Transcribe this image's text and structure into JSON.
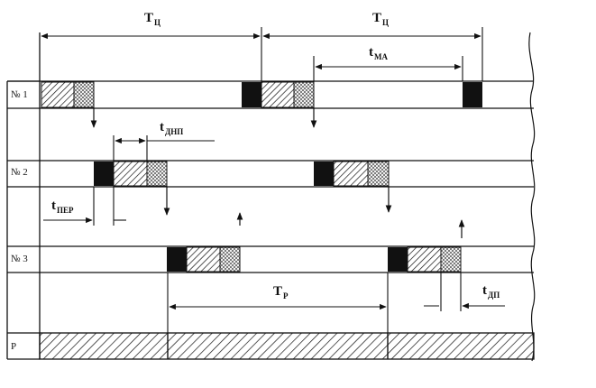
{
  "rows": {
    "r1": "№ 1",
    "r2": "№ 2",
    "r3": "№ 3",
    "rp": "Р"
  },
  "intervals": {
    "tc_main": "T",
    "tc_sub": "Ц",
    "tma_main": "t",
    "tma_sub": "МА",
    "tdnp_main": "t",
    "tdnp_sub": "ДНП",
    "tper_main": "t",
    "tper_sub": "ПЕР",
    "tr_main": "T",
    "tr_sub": "Р",
    "tdp_main": "t",
    "tdp_sub": "ДП"
  },
  "colors": {
    "line": "#111111",
    "fill_black": "#111111",
    "background": "#ffffff"
  }
}
